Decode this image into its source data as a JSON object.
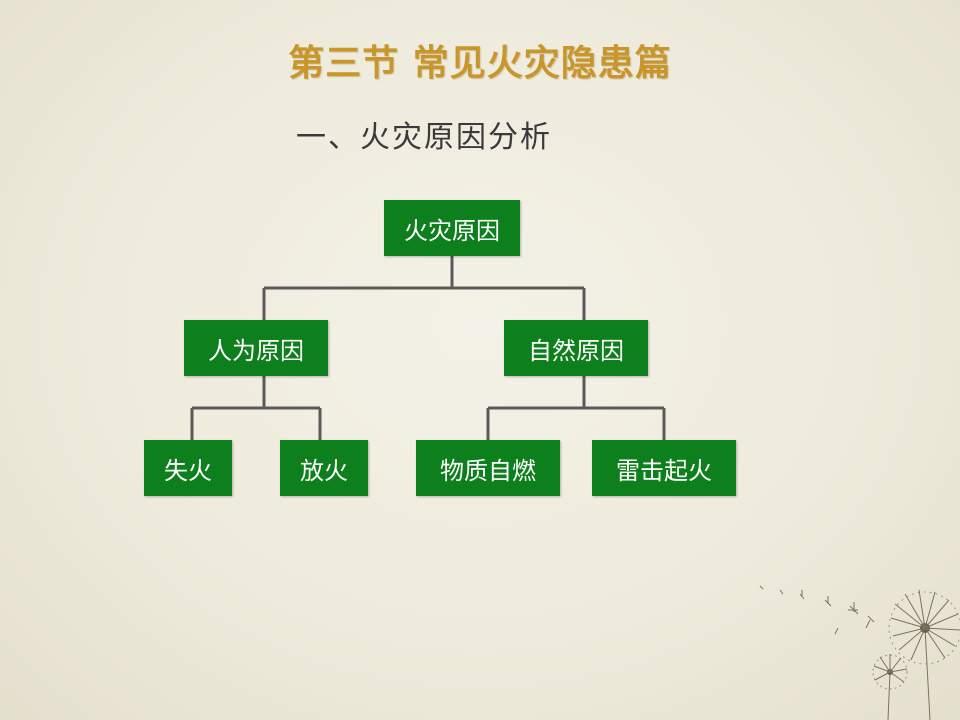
{
  "header": {
    "title": "第三节  常见火灾隐患篇",
    "subtitle": "一、火灾原因分析"
  },
  "diagram": {
    "root": "火灾原因",
    "branches": [
      {
        "label": "人为原因",
        "children": [
          "失火",
          "放火"
        ]
      },
      {
        "label": "自然原因",
        "children": [
          "物质自燃",
          "雷击起火"
        ]
      }
    ]
  },
  "colors": {
    "box": "#0d7f1c",
    "box_text": "#ffffff",
    "title": "#c8962a",
    "line": "#5a5a5a"
  }
}
